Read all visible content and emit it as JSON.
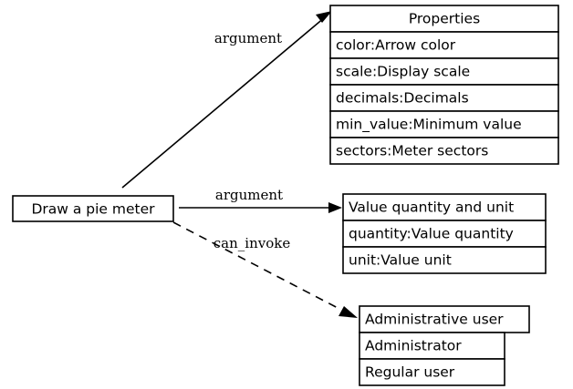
{
  "diagram": {
    "type": "entity-relationship",
    "background_color": "#ffffff",
    "line_color": "#000000",
    "nodes": {
      "source": {
        "title": "Draw a pie meter",
        "rows": []
      },
      "properties": {
        "title": "Properties",
        "title_align": "center",
        "rows": [
          "color:Arrow color",
          "scale:Display scale",
          "decimals:Decimals",
          "min_value:Minimum value",
          "sectors:Meter sectors"
        ]
      },
      "value_quantity": {
        "title": "Value quantity and unit",
        "title_align": "left",
        "rows": [
          "quantity:Value quantity",
          "unit:Value unit"
        ]
      },
      "admin_user": {
        "title": "Administrative user",
        "title_align": "left",
        "rows": [
          "Administrator",
          "Regular user"
        ]
      }
    },
    "edges": [
      {
        "label": "argument",
        "style": "solid",
        "from": "source",
        "to": "properties"
      },
      {
        "label": "argument",
        "style": "solid",
        "from": "source",
        "to": "value_quantity"
      },
      {
        "label": "can_invoke",
        "style": "dashed",
        "from": "source",
        "to": "admin_user"
      }
    ]
  }
}
